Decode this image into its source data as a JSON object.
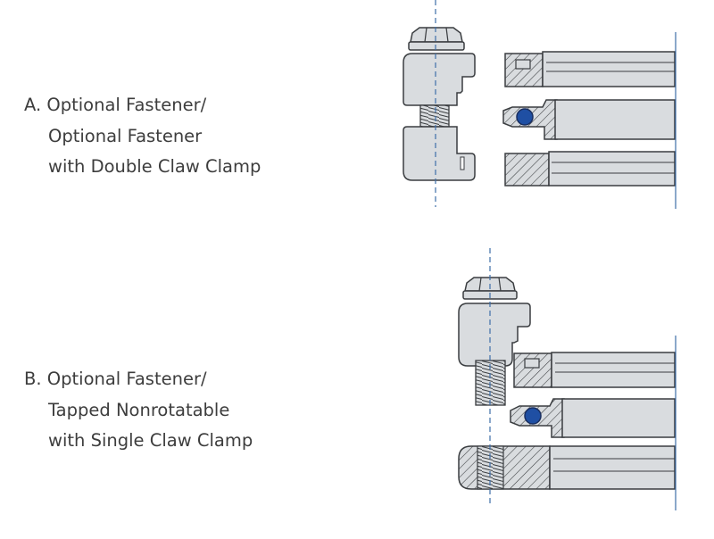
{
  "labels": {
    "a": {
      "line1": "A. Optional Fastener/",
      "line2": "Optional Fastener",
      "line3": "with Double Claw Clamp"
    },
    "b": {
      "line1": "B. Optional Fastener/",
      "line2": "Tapped Nonrotatable",
      "line3": "with Single Claw Clamp"
    }
  },
  "colors": {
    "part_fill": "#d9dcdf",
    "outline": "#3a3d40",
    "hatch": "#3a3d40",
    "centerline": "#3e6ea8",
    "oring": "#1f4fa3",
    "text": "#3d3d3d"
  }
}
